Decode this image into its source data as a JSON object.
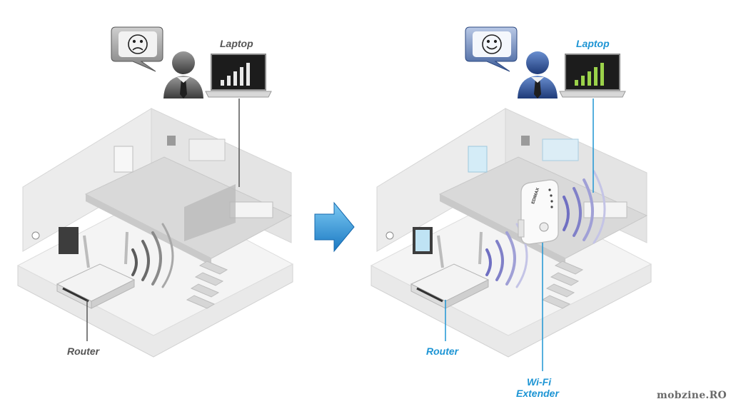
{
  "left_panel": {
    "laptop_label": "Laptop",
    "router_label": "Router",
    "mood": "sad",
    "signal_bars": "weak"
  },
  "right_panel": {
    "laptop_label": "Laptop",
    "router_label": "Router",
    "extender_label_line1": "Wi-Fi",
    "extender_label_line2": "Extender",
    "extender_brand": "EDIMAX",
    "mood": "happy",
    "signal_bars": "strong"
  },
  "watermark": "mobzine.RO",
  "colors": {
    "accent": "#1e95d4",
    "neutral_label": "#555555",
    "weak_waves": "#5a5a5a",
    "strong_waves": "#6f6fc2",
    "arrow": "#2a8fd8"
  },
  "icons": {
    "left_face": "sad-face-icon",
    "right_face": "happy-face-icon",
    "arrow": "arrow-right-icon"
  }
}
